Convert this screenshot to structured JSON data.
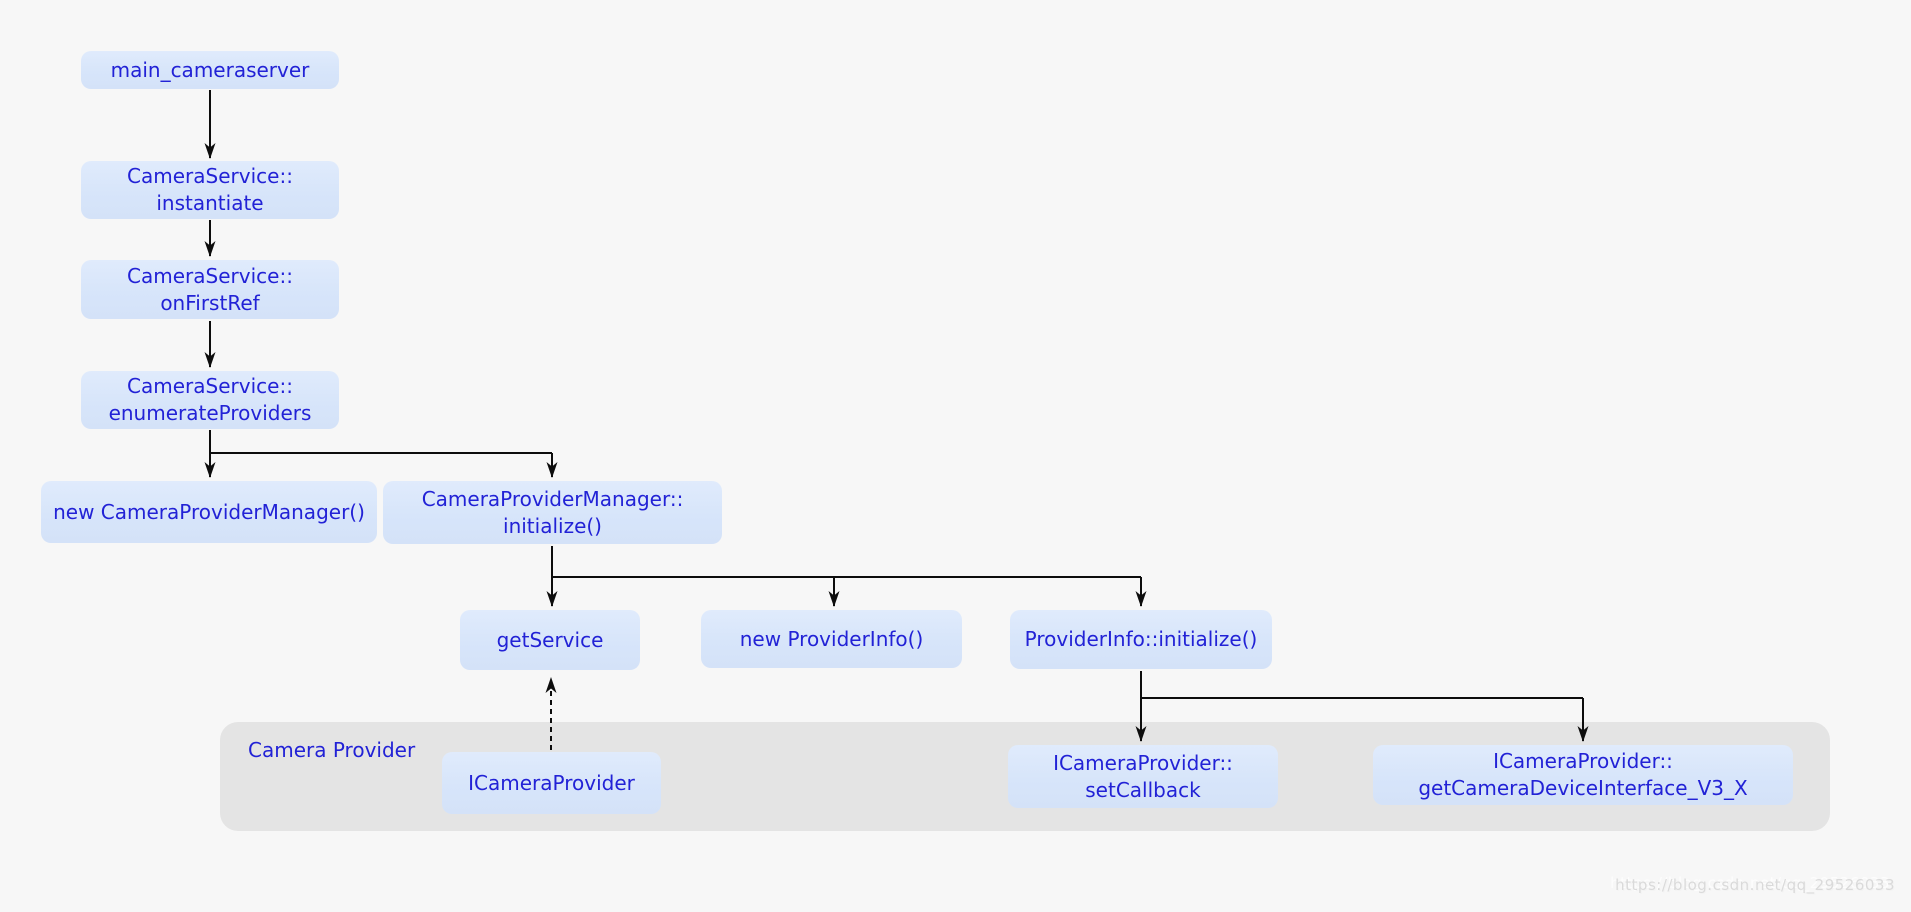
{
  "page": {
    "background": "#f7f7f7",
    "watermark": "https://blog.csdn.net/qq_29526033"
  },
  "diagram": {
    "colors": {
      "node_fill": "#d7e5fa",
      "node_text": "#2222d6",
      "container_fill": "#e4e4e4",
      "arrow": "#0d0d0d"
    },
    "container_label": "Camera Provider",
    "nodes": [
      {
        "id": "main-cameraserver",
        "label": "main_cameraserver"
      },
      {
        "id": "cameraservice-instantiate",
        "label": "CameraService::\ninstantiate"
      },
      {
        "id": "cameraservice-onfirstref",
        "label": "CameraService::\nonFirstRef"
      },
      {
        "id": "cameraservice-enumerateproviders",
        "label": "CameraService::\nenumerateProviders"
      },
      {
        "id": "new-cameraprovidermanager",
        "label": "new CameraProviderManager()"
      },
      {
        "id": "cameraprovidermanager-initialize",
        "label": "CameraProviderManager::\ninitialize()"
      },
      {
        "id": "getservice",
        "label": "getService"
      },
      {
        "id": "new-providerinfo",
        "label": "new ProviderInfo()"
      },
      {
        "id": "providerinfo-initialize",
        "label": "ProviderInfo::initialize()"
      },
      {
        "id": "icameraprovider",
        "label": "ICameraProvider"
      },
      {
        "id": "icameraprovider-setcallback",
        "label": "ICameraProvider::\nsetCallback"
      },
      {
        "id": "icameraprovider-getcameradeviceinterface",
        "label": "ICameraProvider::\ngetCameraDeviceInterface_V3_X"
      }
    ],
    "edges": [
      {
        "from": "main-cameraserver",
        "to": "cameraservice-instantiate",
        "style": "solid"
      },
      {
        "from": "cameraservice-instantiate",
        "to": "cameraservice-onfirstref",
        "style": "solid"
      },
      {
        "from": "cameraservice-onfirstref",
        "to": "cameraservice-enumerateproviders",
        "style": "solid"
      },
      {
        "from": "cameraservice-enumerateproviders",
        "to": "new-cameraprovidermanager",
        "style": "solid"
      },
      {
        "from": "cameraservice-enumerateproviders",
        "to": "cameraprovidermanager-initialize",
        "style": "solid"
      },
      {
        "from": "cameraprovidermanager-initialize",
        "to": "getservice",
        "style": "solid"
      },
      {
        "from": "cameraprovidermanager-initialize",
        "to": "new-providerinfo",
        "style": "solid"
      },
      {
        "from": "cameraprovidermanager-initialize",
        "to": "providerinfo-initialize",
        "style": "solid"
      },
      {
        "from": "providerinfo-initialize",
        "to": "icameraprovider-setcallback",
        "style": "solid"
      },
      {
        "from": "providerinfo-initialize",
        "to": "icameraprovider-getcameradeviceinterface",
        "style": "solid"
      },
      {
        "from": "icameraprovider",
        "to": "getservice",
        "style": "dashed"
      }
    ]
  }
}
